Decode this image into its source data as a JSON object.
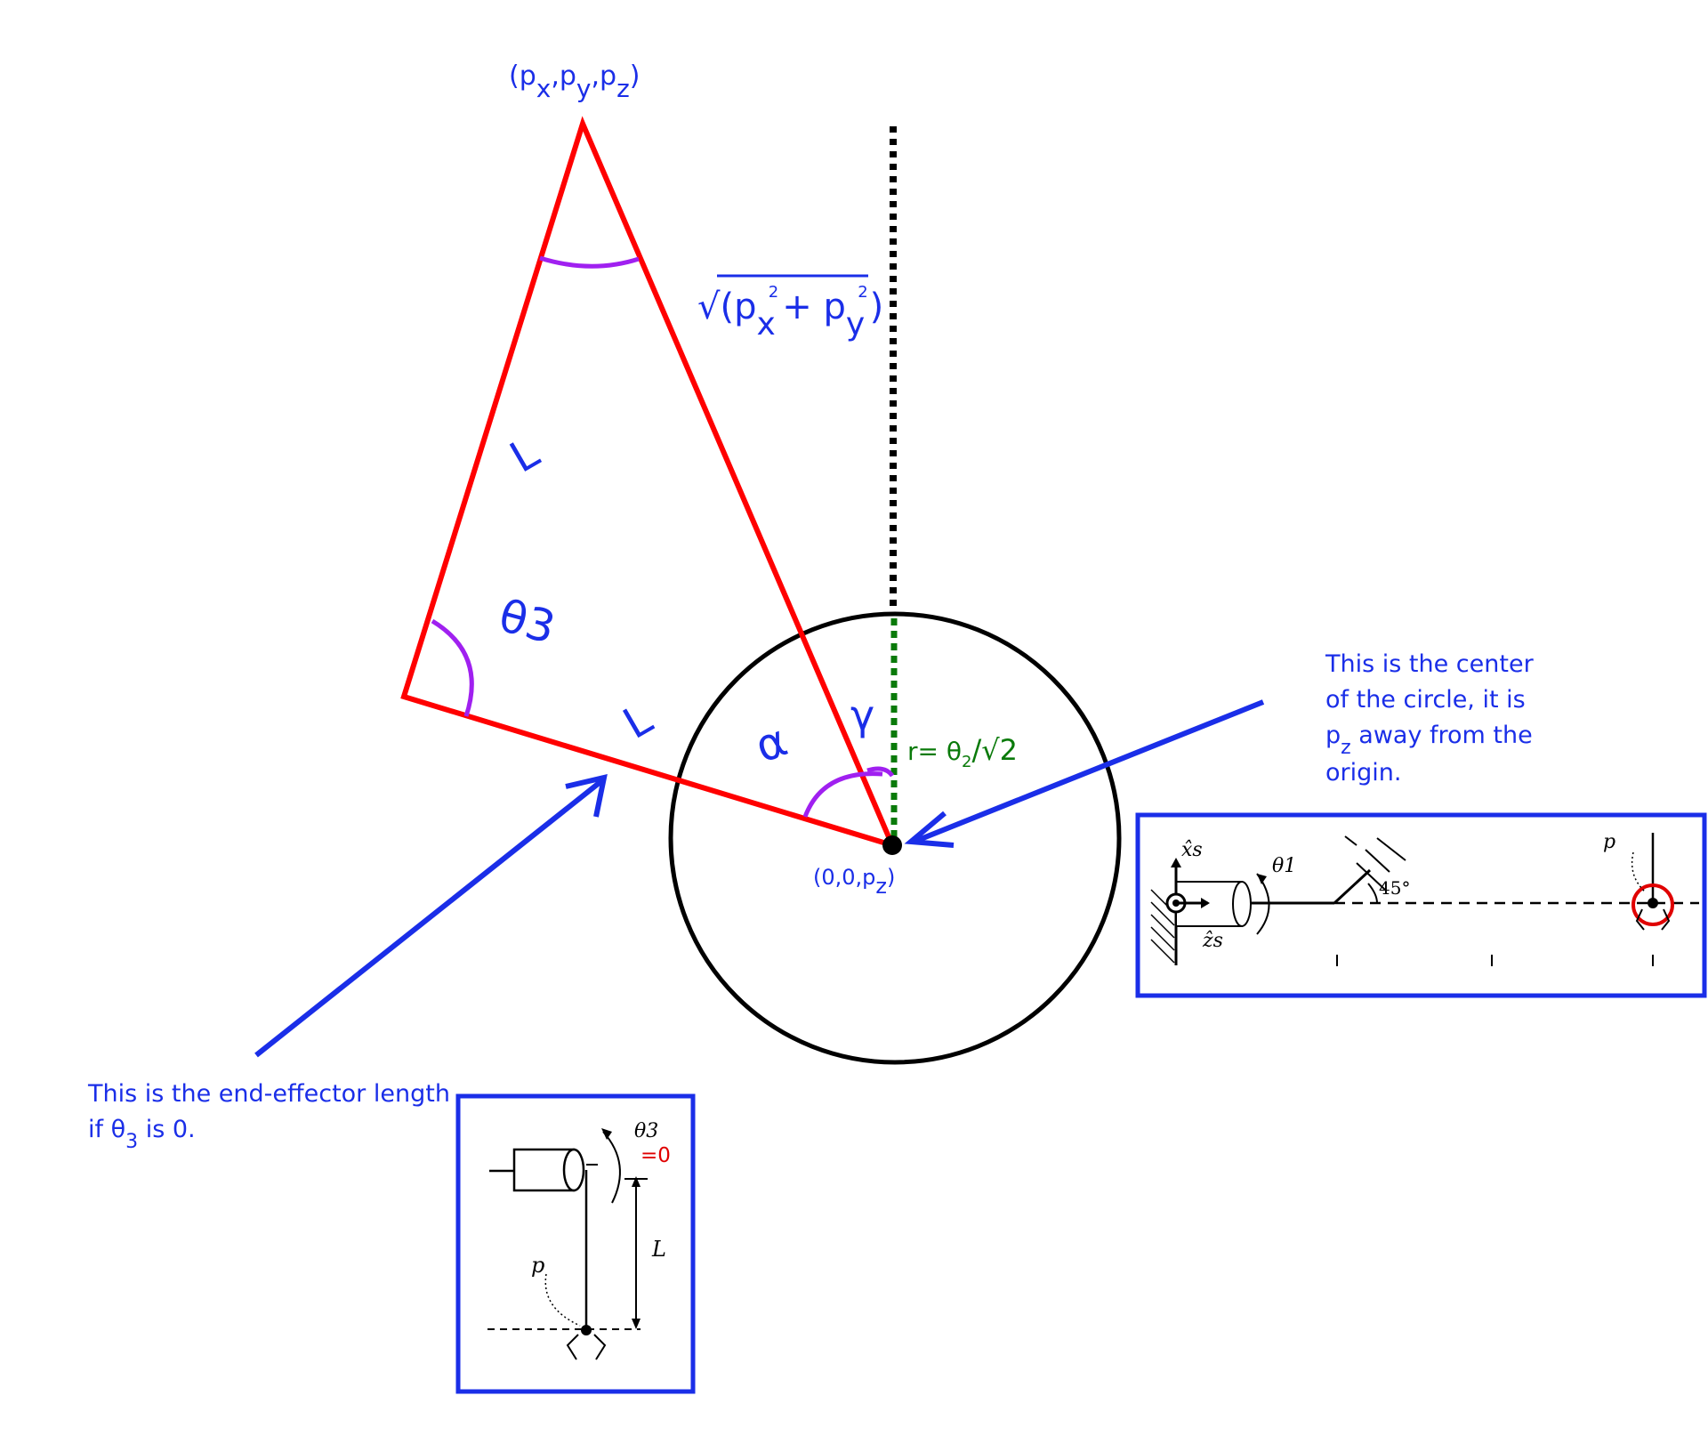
{
  "labels": {
    "apex": "(px,py,pz)",
    "apex_parts": {
      "open": "(p",
      "x": "x",
      "sep1": ",p",
      "y": "y",
      "sep2": ",p",
      "z": "z",
      "close": ")"
    },
    "hyp": {
      "root": "√(p",
      "x": "x",
      "sq": "2",
      "plus": "+ p",
      "y": "y",
      "close": ")"
    },
    "upper_L": "L",
    "lower_L": "L",
    "theta3": "θ3",
    "alpha": "α",
    "gamma": "γ",
    "radius": {
      "prefix": "r=  θ",
      "sub": "2",
      "suffix": "/√2"
    },
    "center": {
      "prefix": "(0,0,p",
      "sub": "z",
      "suffix": ")"
    }
  },
  "notes": {
    "center": {
      "line1": "This is the center",
      "line2": "of the circle, it is",
      "line3_p": "p",
      "line3_sub": "z",
      "line3_rest": " away from the",
      "line4": "origin."
    },
    "effector": {
      "line1": "This is the end-effector length",
      "line2_pre": "if θ",
      "line2_sub": "3",
      "line2_post": " is 0."
    }
  },
  "inset_right": {
    "xs": "x̂s",
    "zs": "ẑs",
    "theta1": "θ1",
    "angle": "45°",
    "p": "p"
  },
  "inset_left": {
    "theta3": "θ3",
    "zero": "=0",
    "L": "L",
    "p": "p"
  },
  "colors": {
    "triangle": "#ff0000",
    "angle_arc": "#a020f0",
    "text": "#1a2ee8",
    "radius": "#007800",
    "arrow": "#1a2ee8",
    "box": "#1a2ee8"
  }
}
